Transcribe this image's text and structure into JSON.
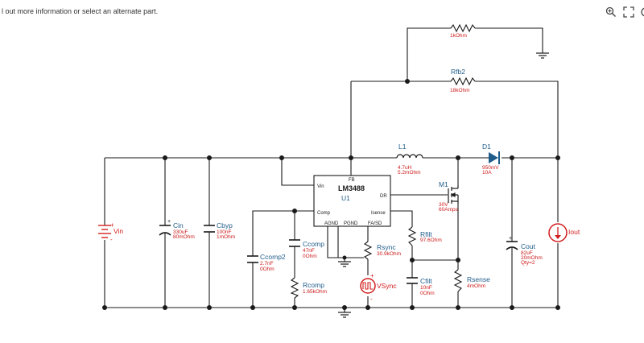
{
  "header": {
    "hint_text": "l out more information or select an alternate part.",
    "zoom_icon": "zoom-in-icon",
    "fullscreen_icon": "fullscreen-icon",
    "more_icon": "circle-icon"
  },
  "colors": {
    "wire": "#1a1a1a",
    "label_blue": "#1f5c8a",
    "value_red": "#cc1a1a",
    "source_red": "#d21e1e",
    "diode_blue": "#1f5c8a"
  },
  "schematic": {
    "r_top": {
      "value": "1kOhm"
    },
    "rfb2": {
      "name": "Rfb2",
      "value": "18kOhm"
    },
    "l1": {
      "name": "L1",
      "value": "4.7uH",
      "value2": "5.2mOhm"
    },
    "d1": {
      "name": "D1",
      "value": "950mV",
      "value2": "10A"
    },
    "u1": {
      "fb": "FB",
      "vin": "Vin",
      "part": "LM3488",
      "name": "U1",
      "dr": "DR",
      "comp": "Comp",
      "isense": "Isense",
      "agnd": "AGND",
      "pgnd": "PGND",
      "fasd": "FA/SD"
    },
    "m1": {
      "name": "M1",
      "value": "30V",
      "value2": "60Amps"
    },
    "vin": {
      "name": "Vin"
    },
    "cin": {
      "name": "Cin",
      "value": "330uF",
      "value2": "80mOhm"
    },
    "cbyp": {
      "name": "Cbyp",
      "value": "100nF",
      "value2": "1mOhm"
    },
    "ccomp2": {
      "name": "Ccomp2",
      "value": "2.7nF",
      "value2": "0Ohm"
    },
    "ccomp": {
      "name": "Ccomp",
      "value": "47nF",
      "value2": "0Ohm"
    },
    "rcomp": {
      "name": "Rcomp",
      "value": "1.65kOhm"
    },
    "rsync": {
      "name": "Rsync",
      "value": "30.9kOhm"
    },
    "vsync": {
      "name": "VSync"
    },
    "rfilt": {
      "name": "Rfilt",
      "value": "97.6Ohm"
    },
    "cfilt": {
      "name": "Cfilt",
      "value": "10nF",
      "value2": "0Ohm"
    },
    "rsense": {
      "name": "Rsense",
      "value": "4mOhm"
    },
    "cout": {
      "name": "Cout",
      "value": "82uF",
      "value2": "20mOhm",
      "value3": "Qty=2"
    },
    "iout": {
      "name": "Iout"
    }
  }
}
